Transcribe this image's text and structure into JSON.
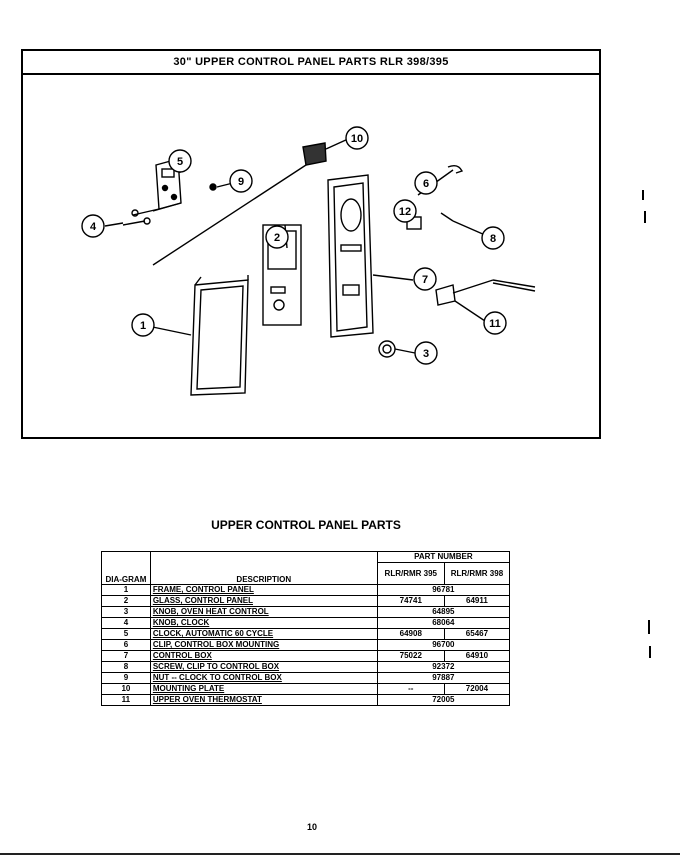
{
  "diagram": {
    "title": "30\" UPPER CONTROL PANEL PARTS RLR 398/395",
    "callouts": [
      "1",
      "2",
      "3",
      "4",
      "5",
      "6",
      "7",
      "8",
      "9",
      "10",
      "11",
      "12"
    ]
  },
  "table": {
    "title": "UPPER CONTROL PANEL PARTS",
    "headers": {
      "diagram": "DIA-GRAM",
      "description": "DESCRIPTION",
      "part_number": "PART NUMBER",
      "model_a": "RLR/RMR 395",
      "model_b": "RLR/RMR 398"
    },
    "rows": [
      {
        "num": "1",
        "desc": "FRAME, CONTROL PANEL",
        "a": "96781",
        "b": "",
        "shared": true
      },
      {
        "num": "2",
        "desc": "GLASS, CONTROL PANEL",
        "a": "74741",
        "b": "64911",
        "shared": false
      },
      {
        "num": "3",
        "desc": "KNOB, OVEN HEAT CONTROL",
        "a": "64895",
        "b": "",
        "shared": true
      },
      {
        "num": "4",
        "desc": "KNOB, CLOCK",
        "a": "68064",
        "b": "",
        "shared": true
      },
      {
        "num": "5",
        "desc": "CLOCK, AUTOMATIC 60 CYCLE",
        "a": "64908",
        "b": "65467",
        "shared": false
      },
      {
        "num": "6",
        "desc": "CLIP, CONTROL BOX MOUNTING",
        "a": "96700",
        "b": "",
        "shared": true
      },
      {
        "num": "7",
        "desc": "CONTROL BOX",
        "a": "75022",
        "b": "64910",
        "shared": false
      },
      {
        "num": "8",
        "desc": "SCREW, CLIP TO CONTROL BOX",
        "a": "92372",
        "b": "",
        "shared": true
      },
      {
        "num": "9",
        "desc": "NUT -- CLOCK TO CONTROL BOX",
        "a": "97887",
        "b": "",
        "shared": true
      },
      {
        "num": "10",
        "desc": "MOUNTING PLATE",
        "a": "--",
        "b": "72004",
        "shared": false
      },
      {
        "num": "11",
        "desc": "UPPER OVEN THERMOSTAT",
        "a": "72005",
        "b": "",
        "shared": true
      }
    ]
  },
  "page_number": "10"
}
